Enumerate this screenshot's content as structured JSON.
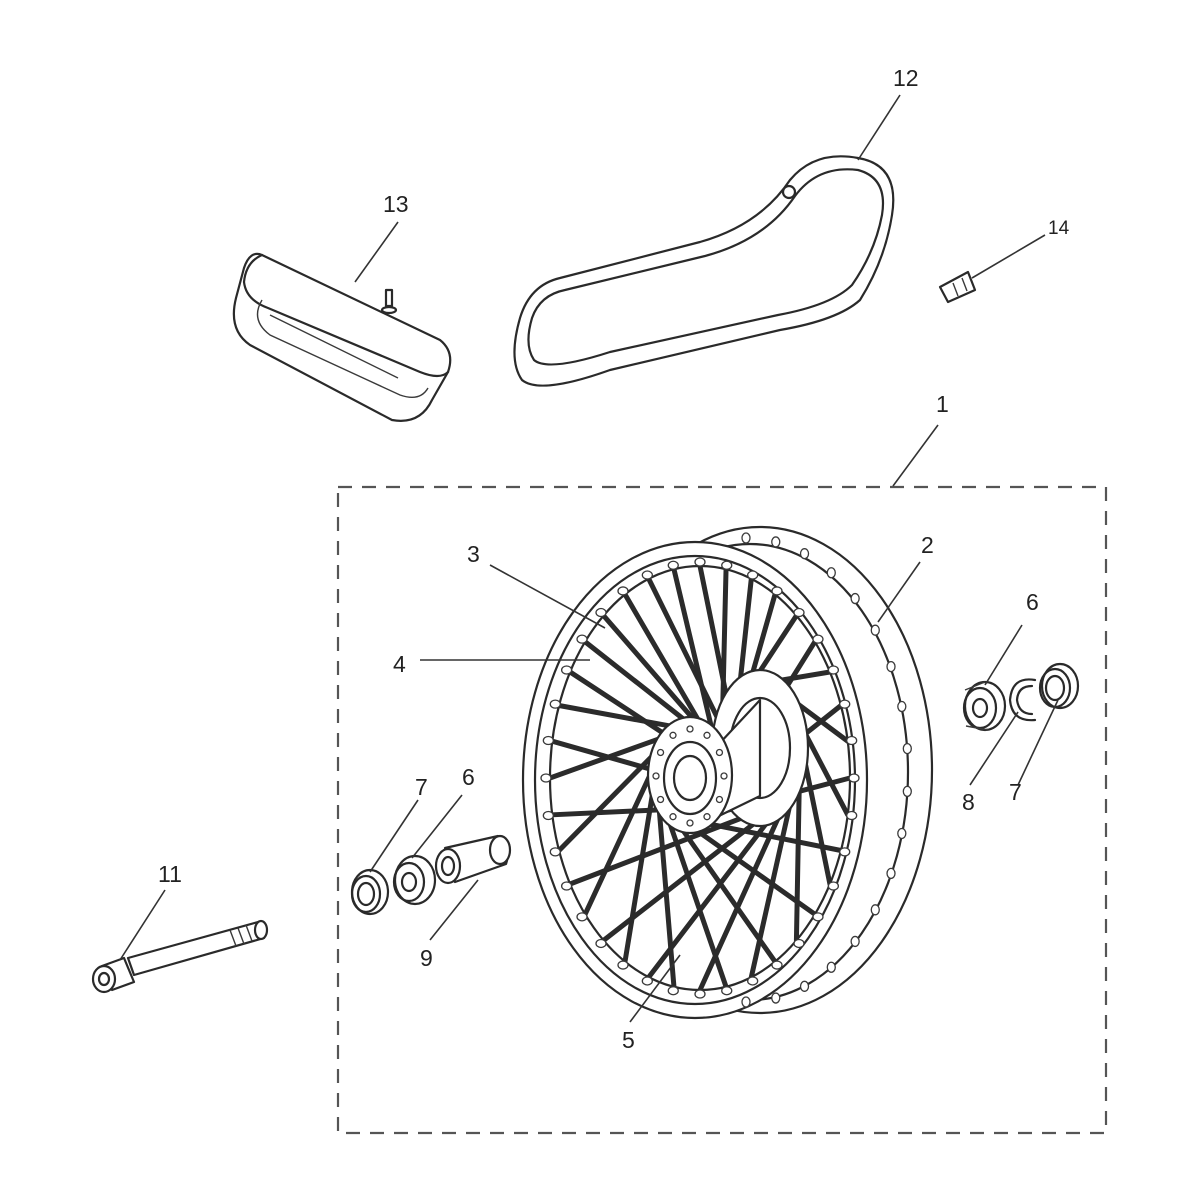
{
  "diagram": {
    "type": "exploded-parts-diagram",
    "colors": {
      "line": "#2a2a2a",
      "background": "#ffffff",
      "dashed_box": "#555555"
    },
    "callouts": {
      "rim_tape": "12",
      "inner_tube": "13",
      "valve_part": "14",
      "wheel_assembly": "1",
      "rim": "2",
      "spoke": "3",
      "nipple": "4",
      "nipple_lower": "5",
      "bearing_right": "6",
      "bearing_left": "6",
      "seal_right": "7",
      "seal_left": "7",
      "circlip": "8",
      "spacer": "9",
      "axle": "11"
    }
  }
}
